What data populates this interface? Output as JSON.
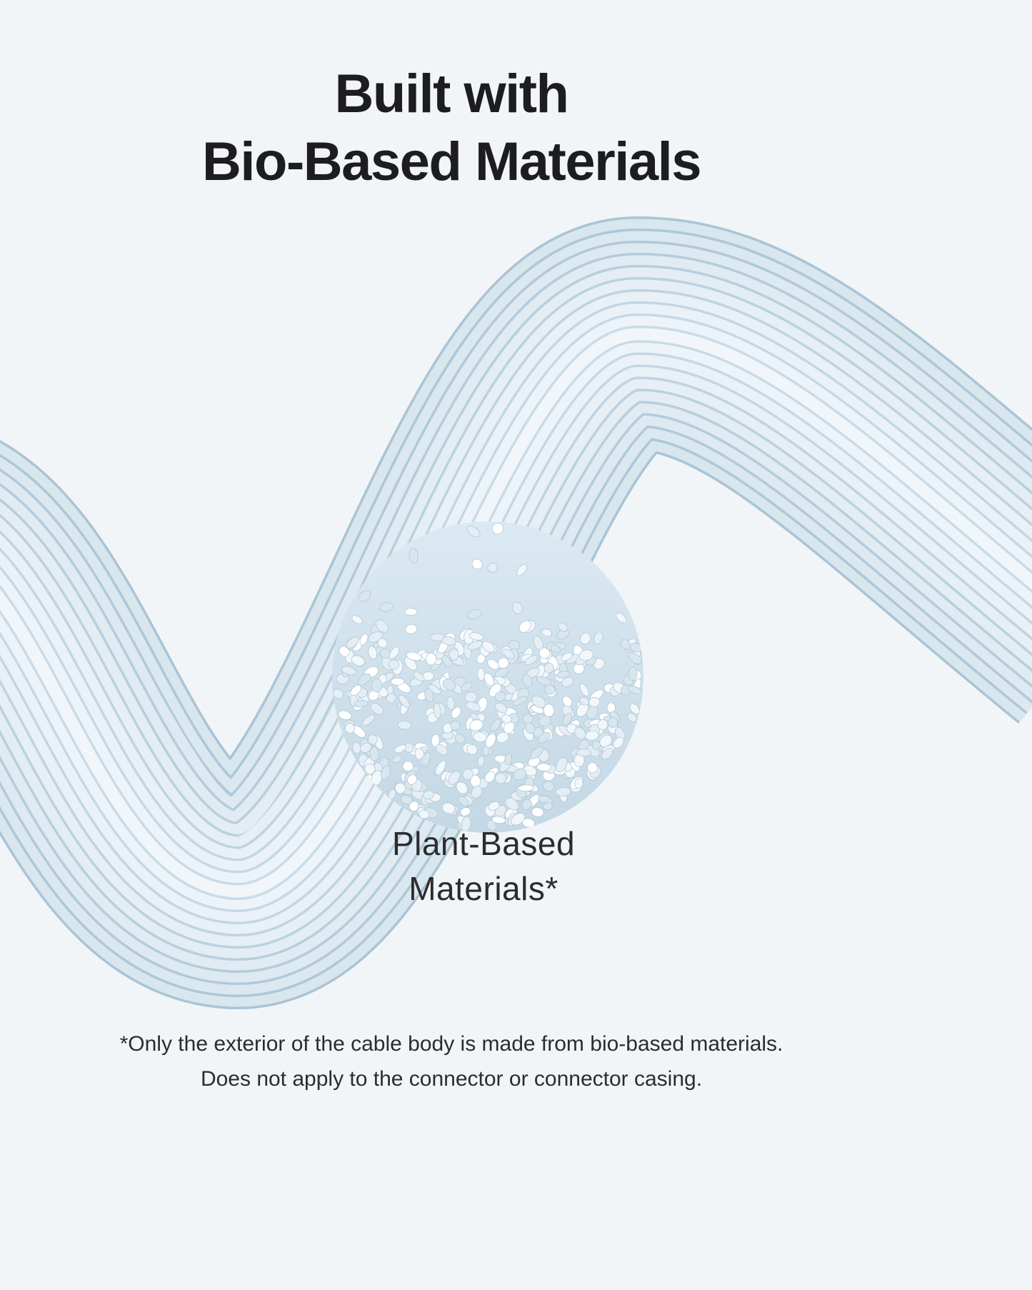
{
  "header": {
    "title_line1": "Built with",
    "title_line2": "Bio-Based Materials"
  },
  "inset": {
    "caption_line1": "Plant-Based",
    "caption_line2": "Materials*"
  },
  "footnote": {
    "line1": "*Only the exterior of the cable body is made from bio-based materials.",
    "line2": "Does not apply to the connector or connector casing."
  },
  "colors": {
    "background": "#f2f5f7",
    "text_primary": "#1d1d1f",
    "text_secondary": "#2c2c2e",
    "cable_line": "#aac4d5",
    "cable_line_inner": "#c9dbe7",
    "cable_fill_edge": "#d8e6ee",
    "cable_fill_center": "#f0f6fa",
    "inset_top": "#dbe9f2",
    "inset_bottom": "#c4d8e5",
    "pellet_stroke": "#b0c8d6",
    "pellets": [
      "#ffffff",
      "#f2f7fa",
      "#e4eef4",
      "#d8e6ee"
    ]
  }
}
